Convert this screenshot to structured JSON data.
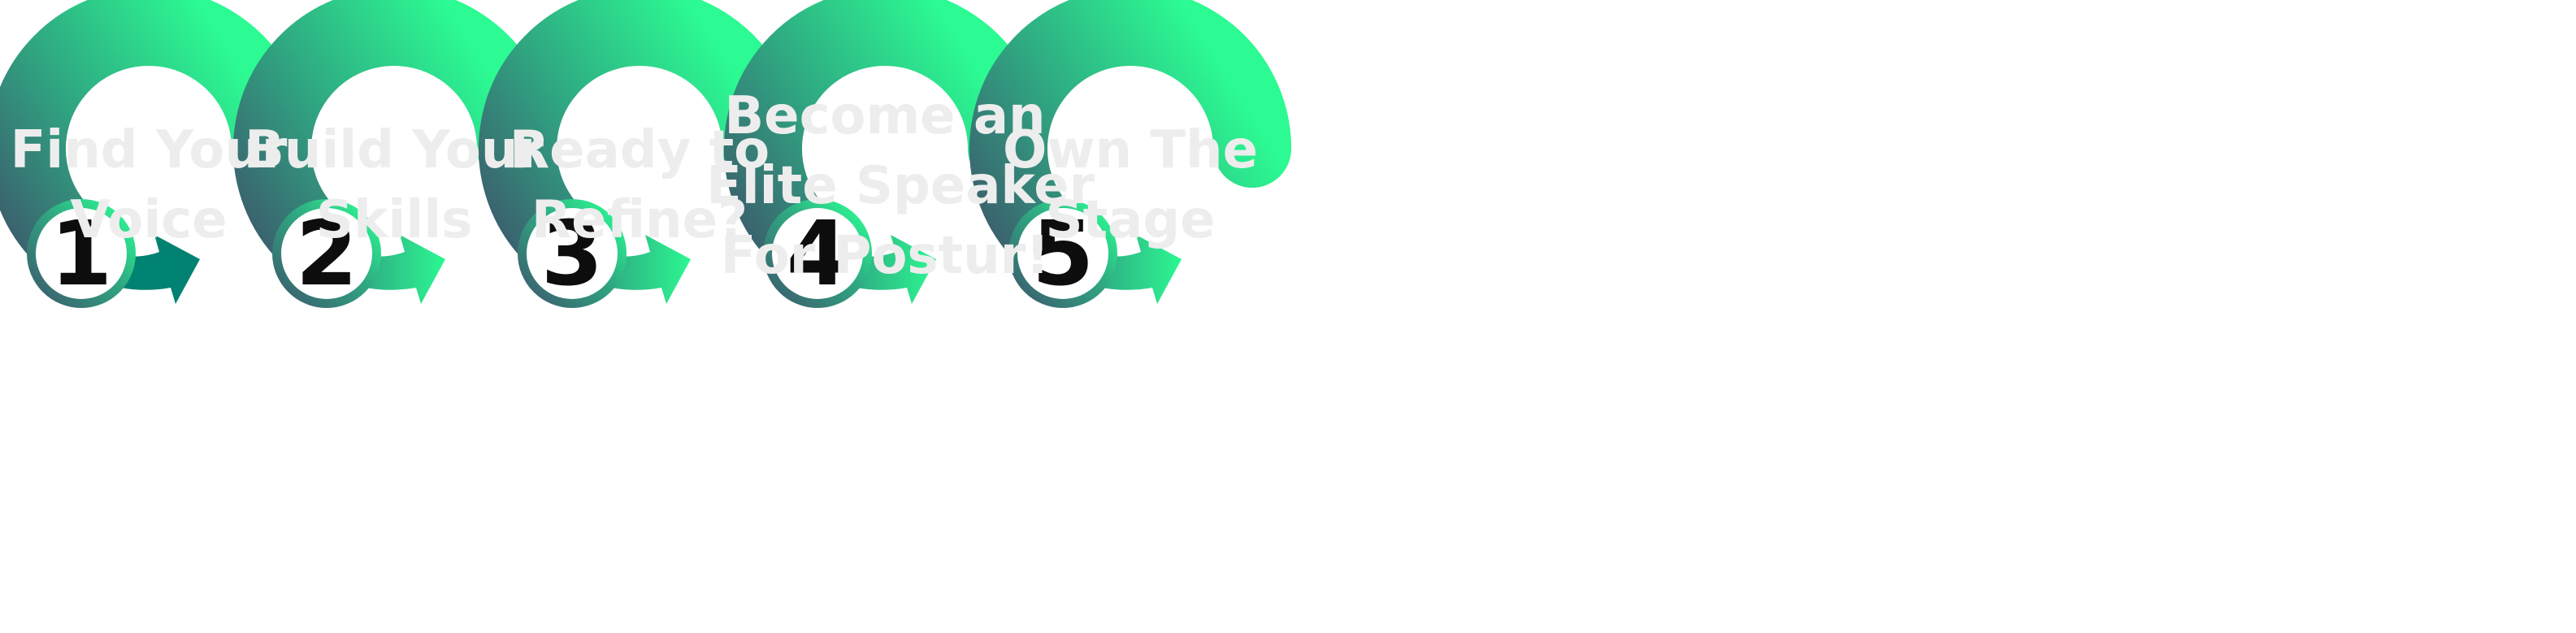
{
  "diagram": {
    "colors": {
      "gradient_dark": "#3b5f6e",
      "gradient_mid": "#2fa882",
      "gradient_light": "#2cfa92",
      "arrow_dark": "#008272",
      "label_text": "#ededed",
      "number_text": "#0d0d0d",
      "circle_fill": "#ffffff"
    },
    "steps": [
      {
        "number": "1",
        "label_lines": [
          "Find Your",
          "Voice"
        ]
      },
      {
        "number": "2",
        "label_lines": [
          "Build Your",
          "Skills"
        ]
      },
      {
        "number": "3",
        "label_lines": [
          "Ready to",
          "Refine?"
        ]
      },
      {
        "number": "4",
        "label_lines": [
          "Become an",
          "Elite Speaker",
          "For Postur!"
        ]
      },
      {
        "number": "5",
        "label_lines": [
          "Own The",
          "Stage"
        ]
      }
    ]
  }
}
